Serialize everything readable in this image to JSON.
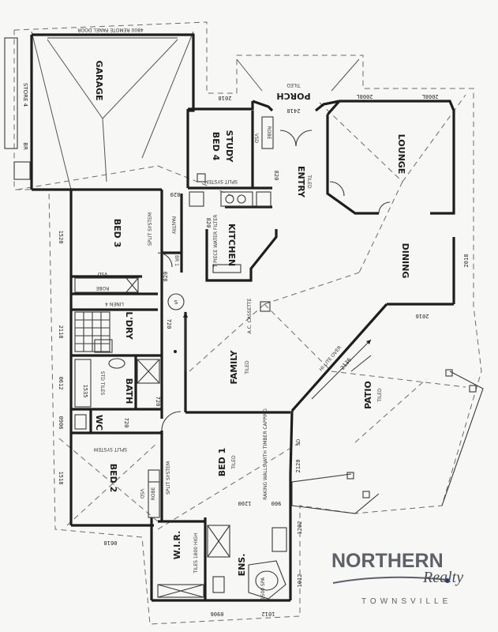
{
  "rooms": {
    "garage": "GARAGE",
    "store": "STORE 4",
    "br": "BR",
    "porch": "PORCH",
    "porch_sub": "TILED",
    "bed4": "BED 4",
    "study": "STUDY",
    "entry": "ENTRY",
    "entry_sub": "TILED",
    "lounge": "LOUNGE",
    "bed3": "BED 3",
    "pantry": "PANTRY",
    "kitchen": "KITCHEN",
    "dining": "DINING",
    "linen": "LINEN 4",
    "ldry": "L'DRY",
    "family": "FAMILY",
    "family_sub": "TILED",
    "bath": "BATH",
    "wc": "WC",
    "patio": "PATIO",
    "patio_sub": "TILED",
    "bed2": "BED 2",
    "bed1": "BED 1",
    "bed1_sub": "TILED",
    "wir": "W.I.R.",
    "ens": "ENS."
  },
  "notes": {
    "remote_door": "4800 REMOTE PANEL DOOR",
    "split_system": "SPLIT SYSTEM",
    "vsd": "VSD",
    "robe": "ROBE",
    "ac_cassette": "A.C. CASSETTE",
    "water_filter": "T PIECE WATER FILTER",
    "hi_lite": "HI-LITE OVER",
    "raking": "RAKING WALLS WITH TIMBER CAPPING",
    "sd": "SD",
    "std_tiles": "STD TILES",
    "tiles_1800": "TILES 1800 HIGH",
    "bi": "BR 1",
    "spa": "1500 SPA",
    "s_mark": "S"
  },
  "dimensions": {
    "d_2018_porch": "2018",
    "d_2418": "2418",
    "d_2008a": "2008L",
    "d_2008b": "2008L",
    "d_820a": "820",
    "d_820b": "820",
    "d_820c": "820",
    "d_820d": "820",
    "d_1520": "1520",
    "d_720a": "720",
    "d_720b": "720",
    "d_720c": "720",
    "d_2118": "2118",
    "d_0612": "0612",
    "d_0906": "0906",
    "d_1518": "1518",
    "d_1535": "1535",
    "d_2016": "2016",
    "d_2018_dining": "2018",
    "d_2120": "2120",
    "d_900": "900",
    "d_1200": "1200",
    "d_1202": "1202",
    "d_1012a": "1012",
    "d_1012b": "1012",
    "d_0906b": "0906",
    "d_0618": "0618",
    "d_2136": "2136"
  },
  "logo": {
    "brand": "NORTHERN",
    "sub": "Realty",
    "place": "TOWNSVILLE"
  }
}
